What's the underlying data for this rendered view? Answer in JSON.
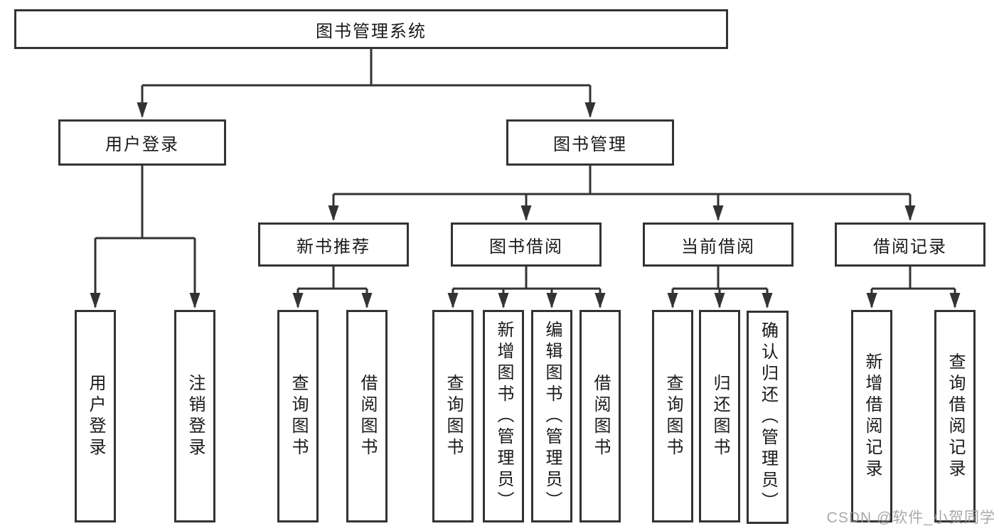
{
  "colors": {
    "line": "#333333",
    "node_border": "#333333",
    "node_fill": "#ffffff",
    "text": "#1a1a1a",
    "watermark": "#9b9b9b"
  },
  "watermark": {
    "text": "CSDN @软件_小贺同学"
  },
  "tree": {
    "root": {
      "label": "图书管理系统"
    },
    "children": [
      {
        "label": "用户登录",
        "children": [
          {
            "label": "用户登录"
          },
          {
            "label": "注销登录"
          }
        ]
      },
      {
        "label": "图书管理",
        "children": [
          {
            "label": "新书推荐",
            "children": [
              {
                "label": "查询图书"
              },
              {
                "label": "借阅图书"
              }
            ]
          },
          {
            "label": "图书借阅",
            "children": [
              {
                "label": "查询图书"
              },
              {
                "label": "新增图书（管理员）"
              },
              {
                "label": "编辑图书（管理员）"
              },
              {
                "label": "借阅图书"
              }
            ]
          },
          {
            "label": "当前借阅",
            "children": [
              {
                "label": "查询图书"
              },
              {
                "label": "归还图书"
              },
              {
                "label": "确认归还（管理员）"
              }
            ]
          },
          {
            "label": "借阅记录",
            "children": [
              {
                "label": "新增借阅记录"
              },
              {
                "label": "查询借阅记录"
              }
            ]
          }
        ]
      }
    ]
  }
}
